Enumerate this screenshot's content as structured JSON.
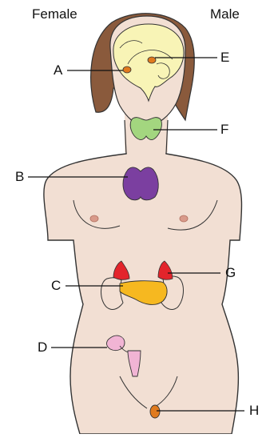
{
  "header": {
    "female": "Female",
    "male": "Male"
  },
  "labels": {
    "A": "A",
    "B": "B",
    "C": "C",
    "D": "D",
    "E": "E",
    "F": "F",
    "G": "G",
    "H": "H"
  },
  "colors": {
    "skin": "#f2dfd3",
    "hair": "#8a5a3c",
    "brain": "#f8f4b6",
    "pineal_pituitary": "#e07a1e",
    "thyroid": "#a3d67f",
    "thymus": "#7b3fa0",
    "pancreas": "#f6b820",
    "adrenal": "#e3242b",
    "ovary_uterus": "#f1b4d4",
    "testis": "#e07a1e"
  }
}
